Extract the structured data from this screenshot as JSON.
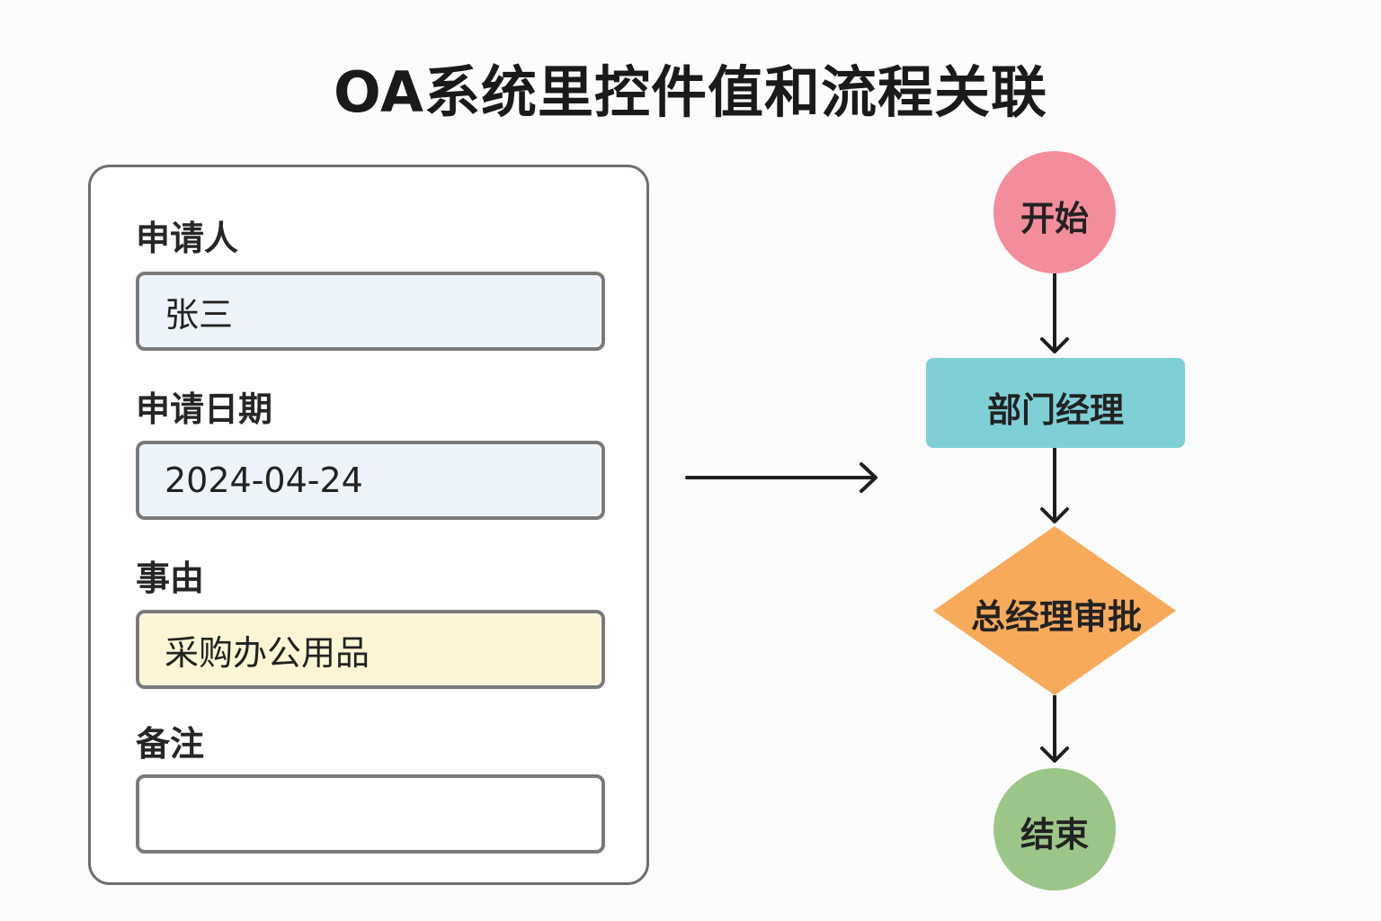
{
  "title": "OA系统里控件值和流程关联",
  "form": {
    "fields": [
      {
        "label": "申请人",
        "value": "张三",
        "color": "#edf3fa"
      },
      {
        "label": "申请日期",
        "value": "2024-04-24",
        "color": "#edf3fa"
      },
      {
        "label": "事由",
        "value": "采购办公用品",
        "color": "#fdf5d5"
      },
      {
        "label": "备注",
        "value": "",
        "color": "#ffffff"
      }
    ]
  },
  "flow": {
    "start": {
      "label": "开始",
      "color": "#f38d9c"
    },
    "step1": {
      "label": "部门经理",
      "color": "#7fd0d6"
    },
    "decision": {
      "label": "总经理审批",
      "color": "#f8aa5b"
    },
    "end": {
      "label": "结束",
      "color": "#9cc687"
    }
  }
}
